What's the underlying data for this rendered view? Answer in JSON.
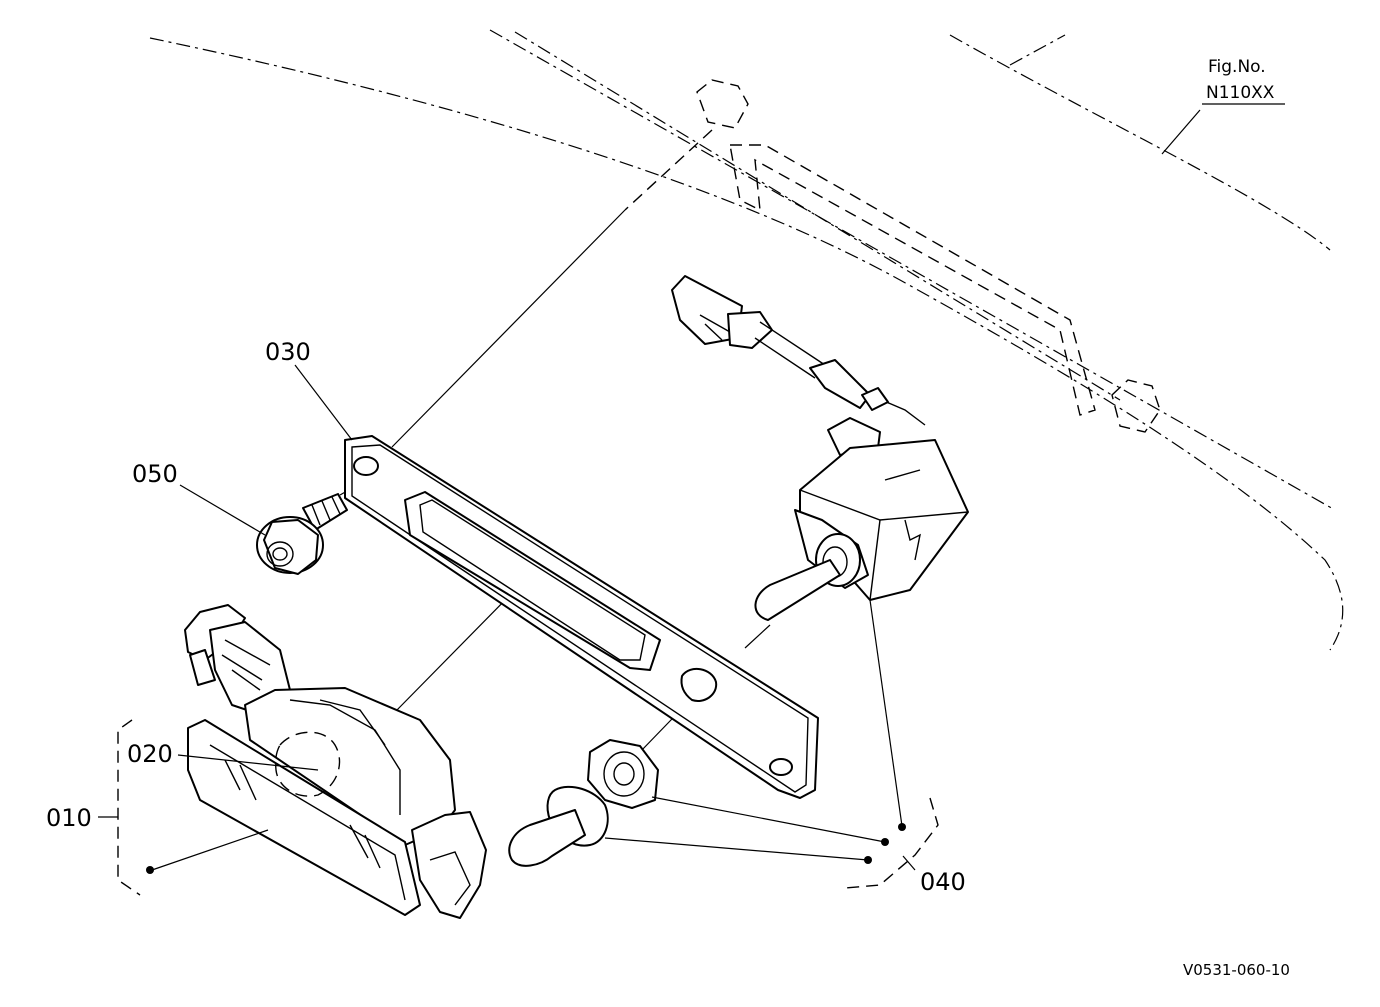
{
  "figure": {
    "fig_no_label": "Fig.No.",
    "fig_no_value": "N110XX",
    "drawing_ref": "V0531-060-10"
  },
  "callouts": {
    "p010": "010",
    "p020": "020",
    "p030": "030",
    "p040": "040",
    "p050": "050"
  }
}
